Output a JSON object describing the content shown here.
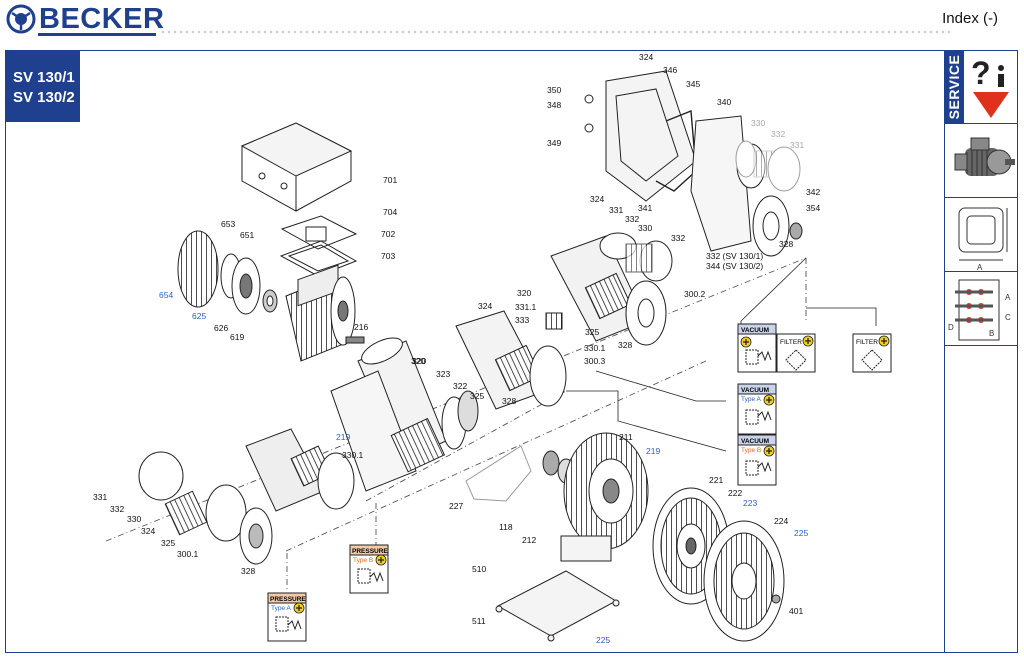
{
  "header": {
    "brand": "BECKER",
    "index_label": "Index (-)"
  },
  "models": {
    "line1": "SV 130/1",
    "line2": "SV 130/2"
  },
  "sidebar": {
    "service_label": "SERVICE",
    "thumbnails": [
      {
        "name": "motor-thumbnail"
      },
      {
        "name": "dimension-drawing-thumbnail",
        "labels": [
          "A"
        ]
      },
      {
        "name": "terminal-box-thumbnail",
        "labels": [
          "A",
          "B",
          "C",
          "D"
        ]
      }
    ]
  },
  "parts": {
    "top": [
      "324",
      "346",
      "345",
      "350",
      "348",
      "340",
      "330",
      "332",
      "331",
      "349",
      "341",
      "332",
      "342",
      "354",
      "328"
    ],
    "variant_note_1": "332 (SV 130/1)",
    "variant_note_2": "344 (SV 130/2)",
    "middle": [
      "324",
      "331",
      "332",
      "330",
      "320",
      "300.2",
      "325",
      "328",
      "331.1",
      "333",
      "330.1",
      "300.3",
      "324",
      "320",
      "328"
    ],
    "left": [
      "701",
      "704",
      "702",
      "703",
      "653",
      "651",
      "654",
      "625",
      "626",
      "619",
      "216"
    ],
    "center": [
      "320",
      "323",
      "322",
      "325",
      "219",
      "330.1",
      "211",
      "219",
      "227",
      "118",
      "212",
      "221",
      "222",
      "223",
      "224",
      "225",
      "401"
    ],
    "bottom_left": [
      "331",
      "332",
      "330",
      "324",
      "325",
      "300.1",
      "328"
    ],
    "bottom": [
      "510",
      "511",
      "225"
    ]
  },
  "symbols": [
    {
      "kind": "VACUUM",
      "type": ""
    },
    {
      "kind": "FILTER",
      "type": ""
    },
    {
      "kind": "FILTER",
      "type": ""
    },
    {
      "kind": "VACUUM",
      "type": "Type A"
    },
    {
      "kind": "VACUUM",
      "type": "Type B"
    },
    {
      "kind": "PRESSURE",
      "type": "Type B"
    },
    {
      "kind": "PRESSURE",
      "type": "Type A"
    }
  ],
  "colors": {
    "brand_blue": "#1f3f8f",
    "link_blue": "#2d5fc4",
    "grey_label": "#a8a8a8",
    "type_a": "#2d5fc4",
    "type_b": "#e36b1f",
    "vacuum_header": "#c9d3ea",
    "pressure_header": "#f3c9a8",
    "plus_badge": "#f2d21d"
  }
}
